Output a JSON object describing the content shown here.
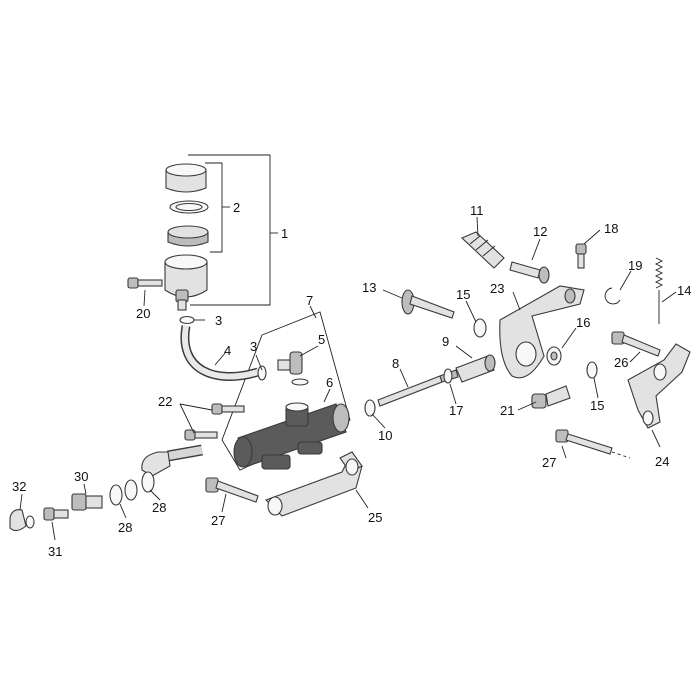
{
  "callouts": {
    "p1": "1",
    "p2": "2",
    "p3a": "3",
    "p3b": "3",
    "p4": "4",
    "p5": "5",
    "p6": "6",
    "p7": "7",
    "p8": "8",
    "p9": "9",
    "p10": "10",
    "p11": "11",
    "p12": "12",
    "p13": "13",
    "p14": "14",
    "p15a": "15",
    "p15b": "15",
    "p16": "16",
    "p17": "17",
    "p18": "18",
    "p19": "19",
    "p20": "20",
    "p21": "21",
    "p22": "22",
    "p23": "23",
    "p24": "24",
    "p25": "25",
    "p26": "26",
    "p27a": "27",
    "p27b": "27",
    "p28a": "28",
    "p28b": "28",
    "p30": "30",
    "p31": "31",
    "p32": "32"
  },
  "colors": {
    "line": "#3a3a3a",
    "fill_light": "#e2e2e2",
    "fill_mid": "#bdbdbd",
    "fill_dark": "#5b5b5b"
  }
}
